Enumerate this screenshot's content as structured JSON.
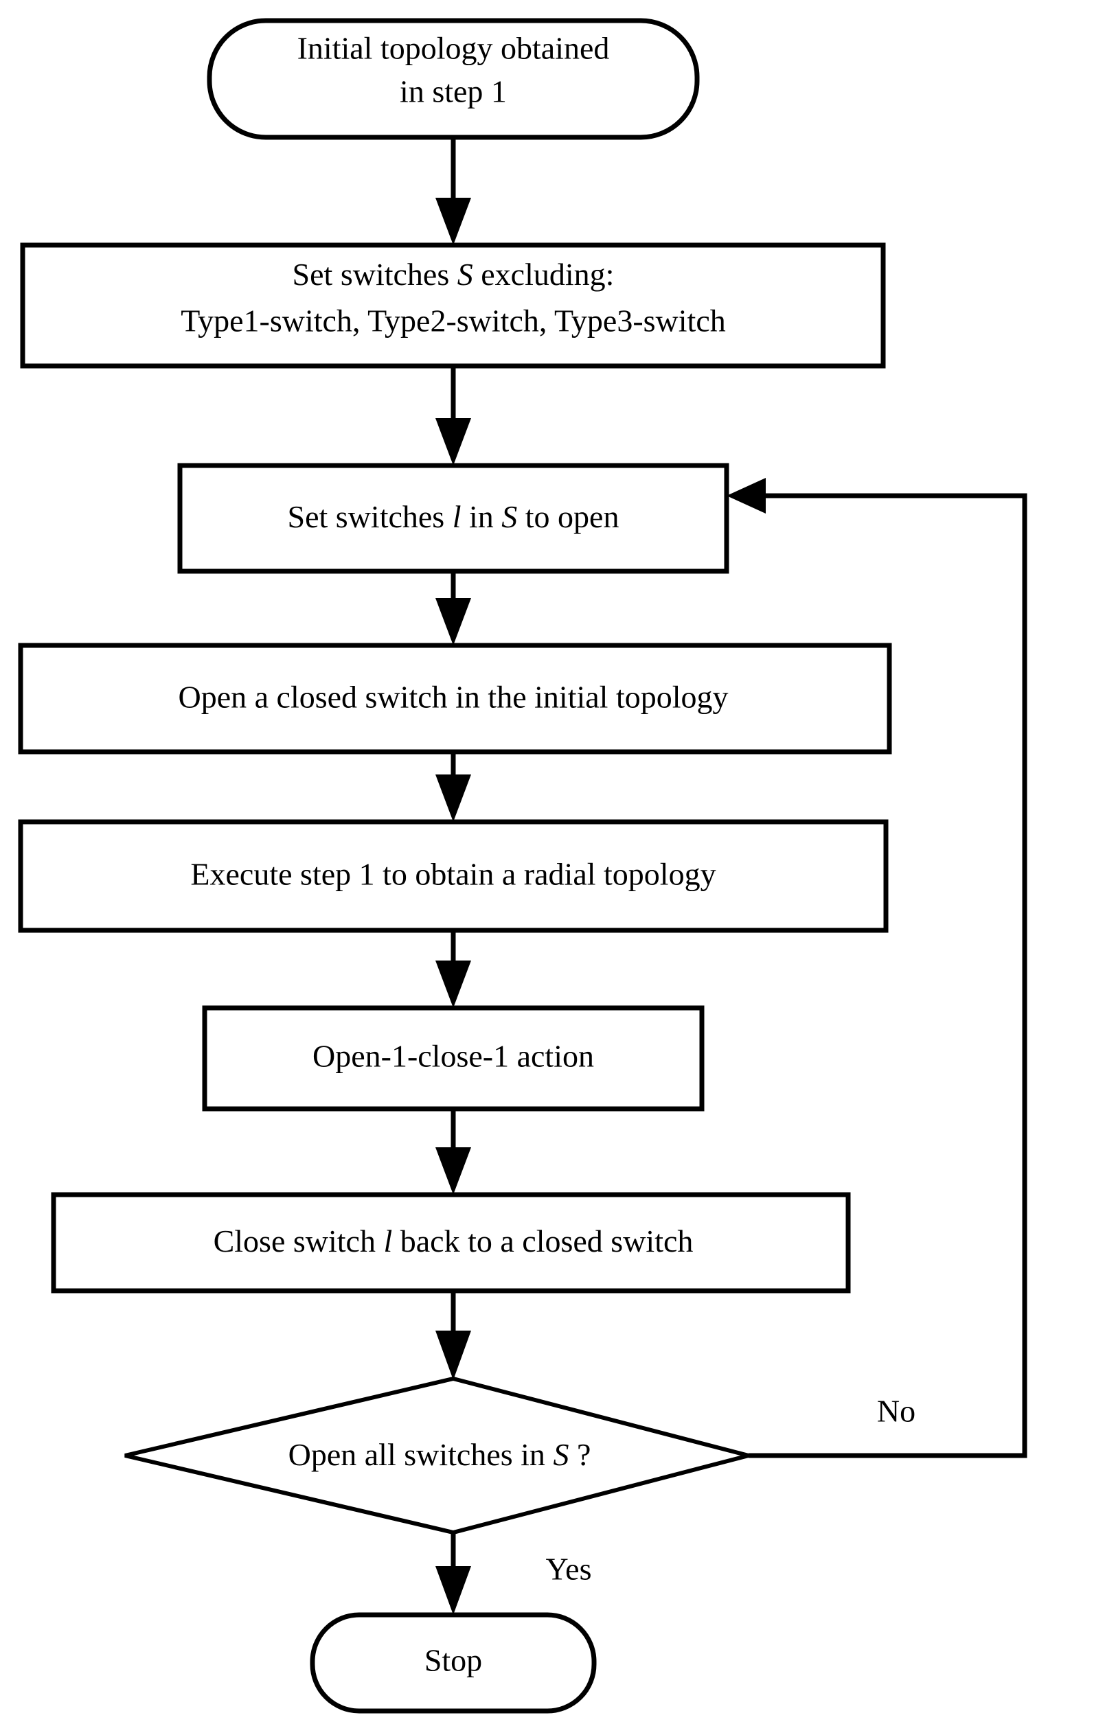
{
  "diagram": {
    "type": "flowchart",
    "title": "",
    "orientation": "top-to-bottom",
    "background_color": "#ffffff",
    "line_color": "#000000",
    "fill_color": "#ffffff",
    "nodes": [
      {
        "id": "start",
        "shape": "terminator",
        "lines": [
          "Initial topology obtained",
          "in step 1"
        ]
      },
      {
        "id": "set-switches-s",
        "shape": "process",
        "lines": [
          "Set switches S excluding:",
          "Type1-switch, Type2-switch, Type3-switch"
        ],
        "line1_pre": "Set switches ",
        "line1_italic": "S",
        "line1_post": " excluding:",
        "line2": "Type1-switch, Type2-switch, Type3-switch"
      },
      {
        "id": "set-switches-l-open",
        "shape": "process",
        "pre": "Set switches ",
        "italic1": "l",
        "mid": " in ",
        "italic2": "S",
        "post": " to open"
      },
      {
        "id": "open-closed-switch",
        "shape": "process",
        "text": "Open a closed switch in the initial topology"
      },
      {
        "id": "execute-step-1",
        "shape": "process",
        "text": "Execute step 1 to obtain a radial topology"
      },
      {
        "id": "open-1-close-1",
        "shape": "process",
        "text": "Open-1-close-1 action"
      },
      {
        "id": "close-switch-back",
        "shape": "process",
        "pre": "Close switch ",
        "italic1": "l",
        "post": " back to a closed switch"
      },
      {
        "id": "decision-open-all",
        "shape": "decision",
        "pre": "Open all switches in ",
        "italic1": "S",
        "post": " ?"
      },
      {
        "id": "stop",
        "shape": "terminator",
        "text": "Stop"
      }
    ],
    "edge_labels": {
      "no": "No",
      "yes": "Yes"
    },
    "edges": [
      {
        "from": "start",
        "to": "set-switches-s",
        "label": ""
      },
      {
        "from": "set-switches-s",
        "to": "set-switches-l-open",
        "label": ""
      },
      {
        "from": "set-switches-l-open",
        "to": "open-closed-switch",
        "label": ""
      },
      {
        "from": "open-closed-switch",
        "to": "execute-step-1",
        "label": ""
      },
      {
        "from": "execute-step-1",
        "to": "open-1-close-1",
        "label": ""
      },
      {
        "from": "open-1-close-1",
        "to": "close-switch-back",
        "label": ""
      },
      {
        "from": "close-switch-back",
        "to": "decision-open-all",
        "label": ""
      },
      {
        "from": "decision-open-all",
        "to": "set-switches-l-open",
        "label": "No"
      },
      {
        "from": "decision-open-all",
        "to": "stop",
        "label": "Yes"
      }
    ]
  }
}
